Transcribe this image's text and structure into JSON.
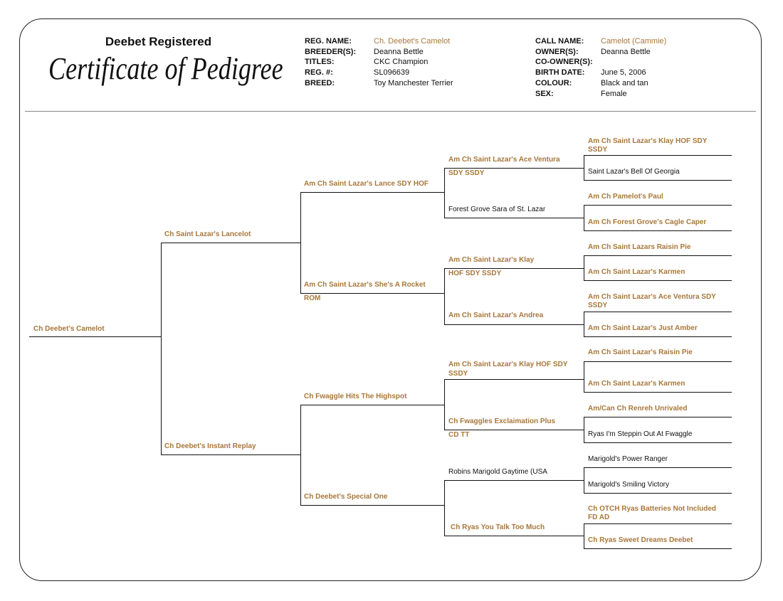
{
  "header": {
    "registered": "Deebet Registered",
    "title": "Certificate of Pedigree"
  },
  "details_left": [
    {
      "label": "REG. NAME:",
      "value": "Ch. Deebet's Camelot"
    },
    {
      "label": "BREEDER(S):",
      "value": "Deanna Bettle"
    },
    {
      "label": "TITLES:",
      "value": "CKC Champion"
    },
    {
      "label": "REG. #:",
      "value": "SL096639"
    },
    {
      "label": "BREED:",
      "value": "Toy Manchester Terrier"
    }
  ],
  "details_right": [
    {
      "label": "CALL NAME:",
      "value": "Camelot (Cammie)"
    },
    {
      "label": "OWNER(S):",
      "value": "Deanna Bettle"
    },
    {
      "label": "CO-OWNER(S):",
      "value": ""
    },
    {
      "label": "BIRTH DATE:",
      "value": "June 5, 2006"
    },
    {
      "label": "COLOUR:",
      "value": "Black and tan"
    },
    {
      "label": "SEX:",
      "value": "Female"
    }
  ],
  "colors": {
    "accent": "#a8773a",
    "text": "#111111"
  },
  "pedigree": {
    "gen0": [
      {
        "name": "Ch Deebet's Camelot"
      }
    ],
    "gen1": [
      {
        "name": "Ch Saint Lazar's Lancelot"
      },
      {
        "name": "Ch Deebet's Instant Replay"
      }
    ],
    "gen2": [
      {
        "name": "Am Ch Saint Lazar's Lance SDY HOF"
      },
      {
        "name": "Am Ch Saint Lazar's She's A Rocket",
        "line2": "ROM"
      },
      {
        "name": "Ch Fwaggle Hits The Highspot"
      },
      {
        "name": "Ch Deebet's Special One"
      }
    ],
    "gen3": [
      {
        "name": "Am Ch Saint Lazar's Ace Ventura",
        "line2": "SDY SSDY"
      },
      {
        "name": "Forest Grove Sara of St. Lazar"
      },
      {
        "name": "Am Ch Saint Lazar's Klay",
        "line2": "HOF SDY SSDY"
      },
      {
        "name": "Am Ch Saint Lazar's Andrea"
      },
      {
        "name": "Am Ch Saint Lazar's Klay HOF SDY",
        "line2": "SSDY"
      },
      {
        "name": "Ch Fwaggles Exclaimation Plus",
        "line2": "CD  TT"
      },
      {
        "name": "Robins Marigold Gaytime (USA"
      },
      {
        "name": "Ch Ryas You Talk Too Much"
      }
    ],
    "gen4": [
      {
        "name": "Am Ch Saint Lazar's Klay HOF SDY",
        "line2": "SSDY"
      },
      {
        "name": "Saint Lazar's  Bell Of Georgia"
      },
      {
        "name": "Am Ch Pamelot's Paul"
      },
      {
        "name": "Am Ch Forest Grove's Cagle Caper"
      },
      {
        "name": "Am Ch Saint Lazars Raisin Pie"
      },
      {
        "name": "Am Ch Saint Lazar's Karmen"
      },
      {
        "name": "Am Ch Saint Lazar's Ace Ventura SDY",
        "line2": "SSDY"
      },
      {
        "name": "Am Ch Saint Lazar's Just Amber"
      },
      {
        "name": "Am Ch Saint Lazar's Raisin Pie"
      },
      {
        "name": "Am Ch Saint Lazar's Karmen"
      },
      {
        "name": "Am/Can Ch Renreh Unrivaled"
      },
      {
        "name": "Ryas I'm Steppin Out At Fwaggle"
      },
      {
        "name": "Marigold's Power Ranger"
      },
      {
        "name": "Marigold's Smiling Victory"
      },
      {
        "name": "Ch OTCH Ryas Batteries Not Included",
        "line2": "FD AD"
      },
      {
        "name": "Ch Ryas Sweet Dreams Deebet"
      }
    ]
  }
}
